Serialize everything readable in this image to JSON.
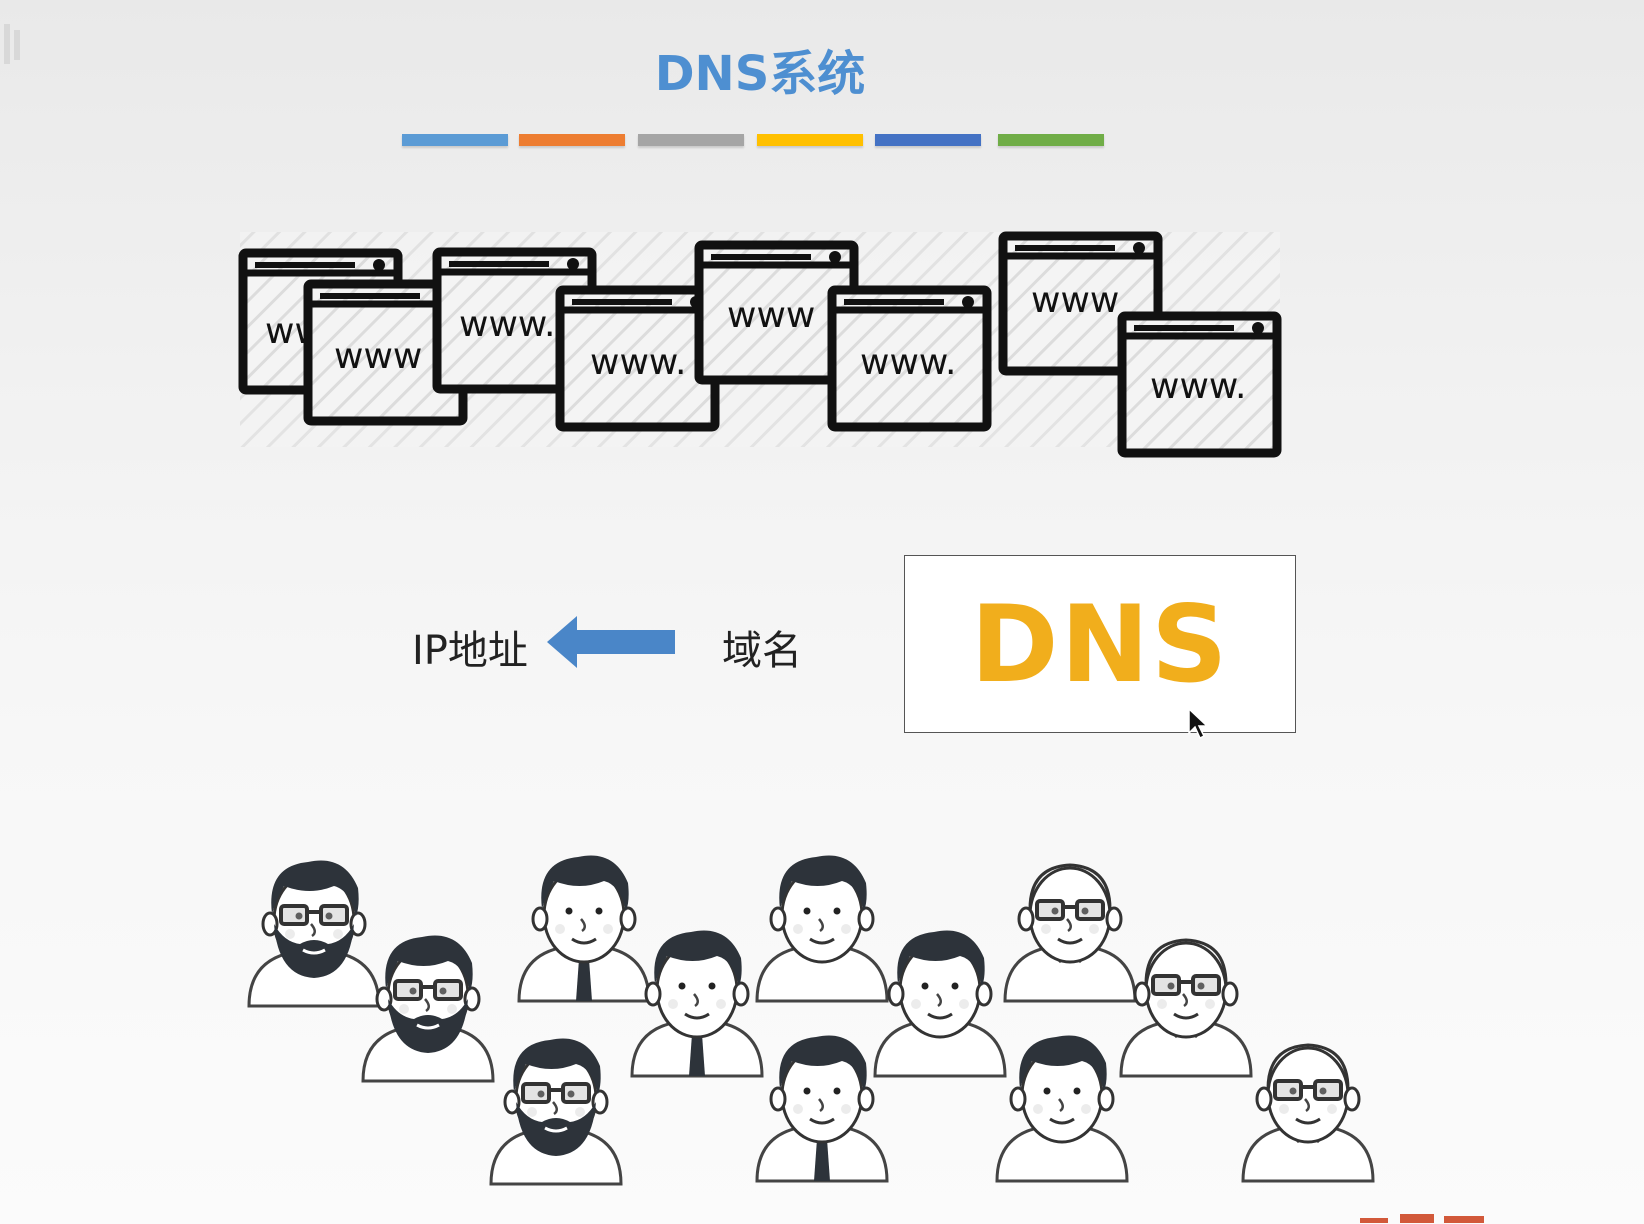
{
  "title": "DNS系统",
  "color_bars": [
    "#5b9bd5",
    "#ed7d31",
    "#a5a5a5",
    "#ffc000",
    "#4472c4",
    "#70ad47"
  ],
  "websites": [
    {
      "label": "www."
    },
    {
      "label": "www"
    },
    {
      "label": "www."
    },
    {
      "label": "www."
    },
    {
      "label": "www"
    },
    {
      "label": "www."
    },
    {
      "label": "www"
    },
    {
      "label": "www."
    }
  ],
  "diagram": {
    "ip_label": "IP地址",
    "domain_label": "域名",
    "dns_box_label": "DNS"
  },
  "colors": {
    "title": "#4e8fd1",
    "dns": "#f1ae1c",
    "arrow": "#4a86c8"
  }
}
